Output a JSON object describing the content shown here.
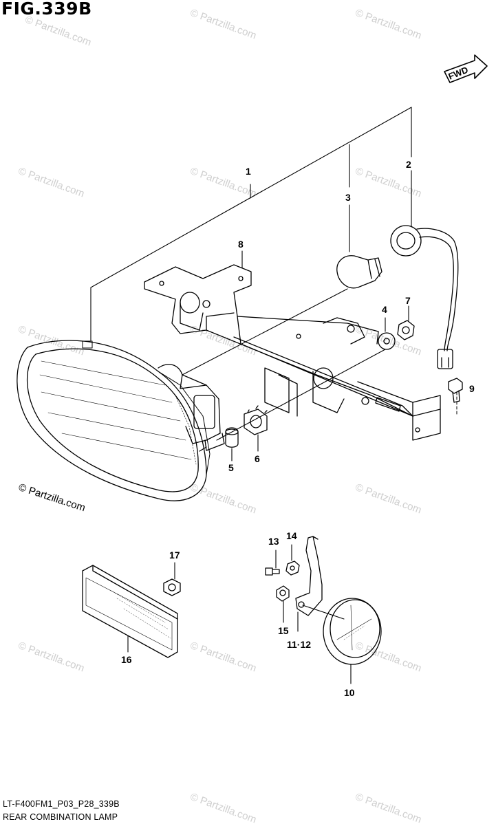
{
  "figure": {
    "title": "FIG.339B",
    "model_code": "LT-F400FM1_P03_P28_339B",
    "caption": "REAR COMBINATION LAMP",
    "direction_label": "FWD"
  },
  "watermark": {
    "text": "© Partzilla.com"
  },
  "callouts": [
    "1",
    "2",
    "3",
    "4",
    "5",
    "6",
    "7",
    "8",
    "9",
    "10",
    "11·12",
    "13",
    "14",
    "15",
    "16",
    "17"
  ],
  "colors": {
    "line": "#000000",
    "watermark": "#cfcfcf",
    "background": "#ffffff"
  }
}
